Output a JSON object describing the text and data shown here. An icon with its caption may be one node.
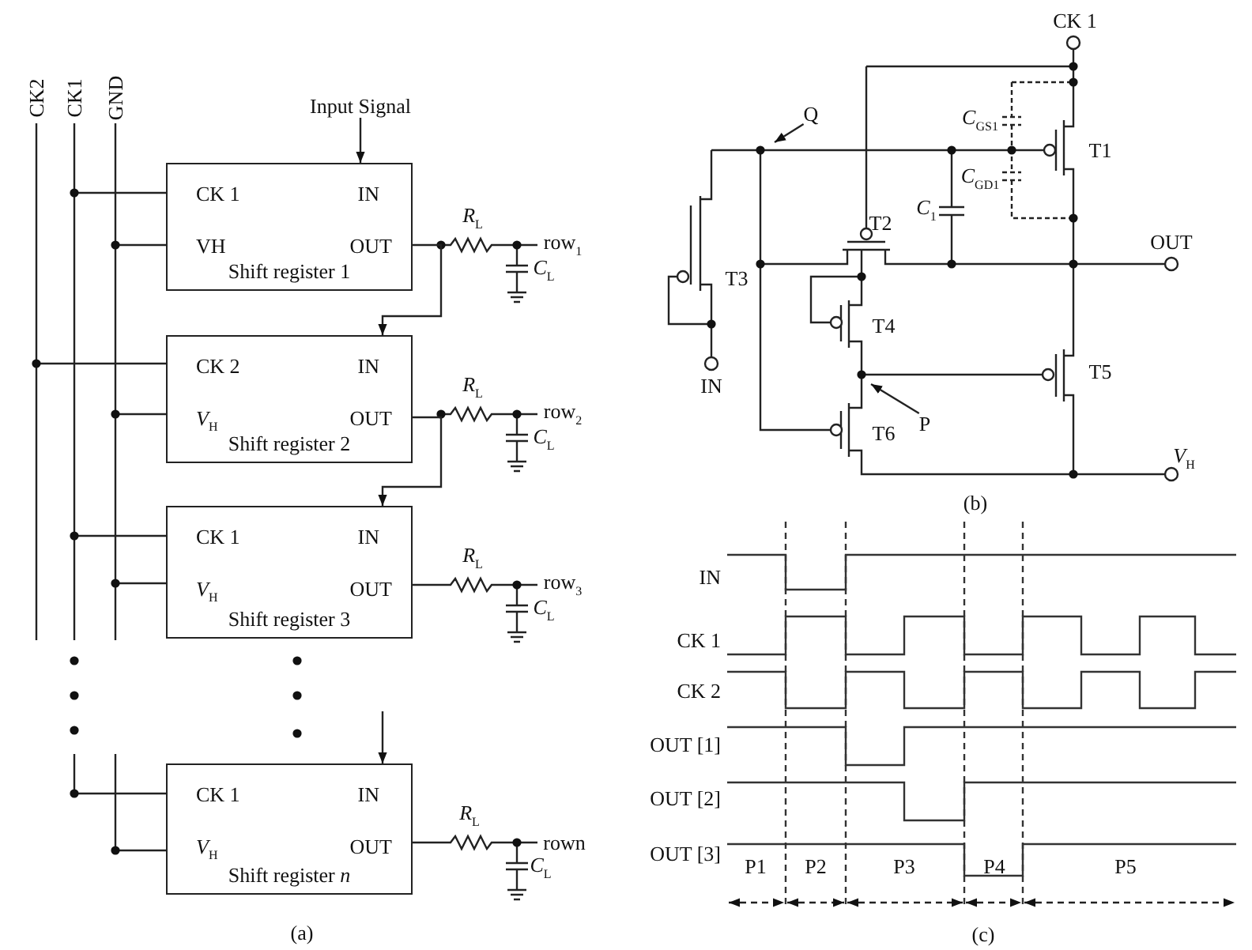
{
  "diagram": {
    "nodes": [
      {
        "text": [
          "Input Signal"
        ]
      },
      {
        "text": [
          "CK 1",
          "IN",
          "VH",
          "OUT",
          "Shift register 1"
        ]
      },
      {
        "text": [
          "CK 2",
          "IN",
          "*V*$_{H}$",
          "OUT",
          "Shift register 2"
        ]
      },
      {
        "text": [
          "CK 1",
          "IN",
          "*V*$_{H}$",
          "OUT",
          "Shift register 3"
        ]
      },
      {
        "text": [
          "CK 1",
          "IN",
          "*V*$_{H}$",
          "OUT",
          "Shift register *n*"
        ]
      },
      {
        "text": [
          "Q"
        ]
      },
      {
        "text": [
          "P"
        ]
      }
    ],
    "edges": [
      {
        "from": 0,
        "to": 1,
        "arrow": "to"
      },
      {
        "from": 1,
        "to": 2,
        "arrow": "to"
      },
      {
        "from": 2,
        "to": 3,
        "arrow": "to"
      },
      {
        "from": null,
        "to": 4,
        "arrow": "to"
      },
      {
        "from": 5,
        "to": null,
        "arrow": "to"
      },
      {
        "from": 6,
        "to": null,
        "arrow": "to"
      }
    ],
    "labels": [
      "CK2",
      "CK1",
      "GND",
      "*R*$_{L}$",
      "row$_{1}$",
      "*C*$_{L}$",
      "*R*$_{L}$",
      "row$_{2}$",
      "*C*$_{L}$",
      "*R*$_{L}$",
      "row$_{3}$",
      "*C*$_{L}$",
      "*R*$_{L}$",
      "rown",
      "*C*$_{L}$",
      "(a)",
      "CK 1",
      "*C*$_{GS1}$",
      "T1",
      "*C*$_{GD1}$",
      "*C*$_{1}$",
      "T2",
      "OUT",
      "T3",
      "T4",
      "IN",
      "T5",
      "T6",
      "*V*$_{H}$",
      "(b)",
      "IN",
      "CK 1",
      "CK 2",
      "OUT [1]",
      "OUT [2]",
      "OUT [3]",
      "P1",
      "P2",
      "P3",
      "P4",
      "P5",
      "(c)"
    ]
  }
}
